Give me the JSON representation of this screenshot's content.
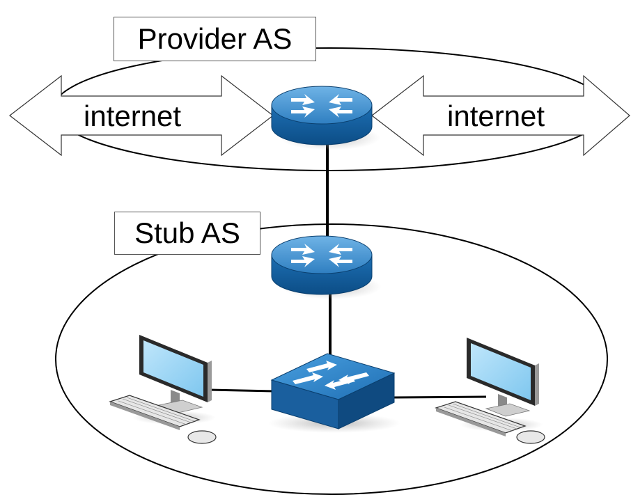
{
  "diagram": {
    "provider_label": "Provider AS",
    "stub_label": "Stub AS",
    "left_arrow_label": "internet",
    "right_arrow_label": "internet"
  }
}
